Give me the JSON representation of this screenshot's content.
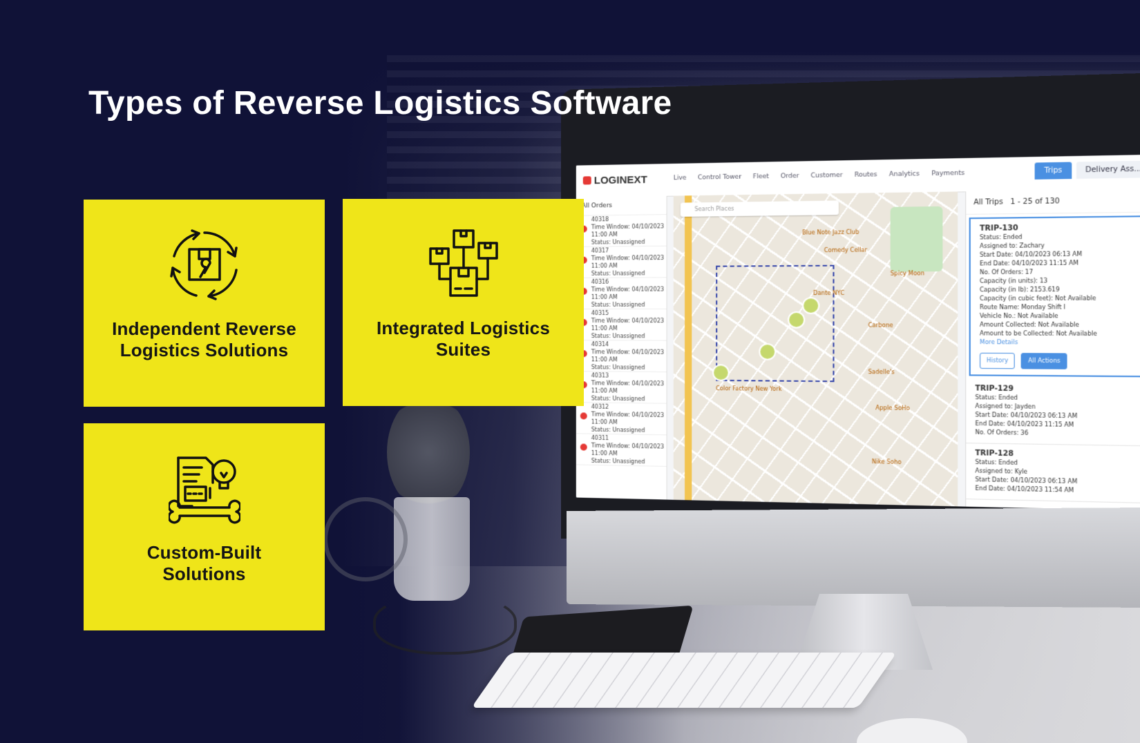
{
  "title": "Types of Reverse Logistics Software",
  "cards": [
    {
      "label_line1": "Independent Reverse",
      "label_line2": "Logistics Solutions",
      "icon": "box-cycle-icon"
    },
    {
      "label_line1": "Integrated Logistics",
      "label_line2": "Suites",
      "icon": "connected-boxes-icon"
    },
    {
      "label_line1": "Custom-Built",
      "label_line2": "Solutions",
      "icon": "custom-tools-icon"
    }
  ],
  "colors": {
    "background": "#101237",
    "card": "#efe519",
    "title": "#ffffff",
    "card_text": "#151515"
  },
  "screen": {
    "logo": "LOGINEXT",
    "nav": [
      "Live",
      "Control Tower",
      "Fleet",
      "Order",
      "Customer",
      "Routes",
      "Analytics",
      "Payments"
    ],
    "tabs": [
      "Trips",
      "Delivery Ass..."
    ],
    "orders_header": "All Orders",
    "orders": [
      {
        "id": "40318",
        "window": "Time Window: 04/10/2023 11:00 AM",
        "status": "Status: Unassigned"
      },
      {
        "id": "40317",
        "window": "Time Window: 04/10/2023 11:00 AM",
        "status": "Status: Unassigned"
      },
      {
        "id": "40316",
        "window": "Time Window: 04/10/2023 11:00 AM",
        "status": "Status: Unassigned"
      },
      {
        "id": "40315",
        "window": "Time Window: 04/10/2023 11:00 AM",
        "status": "Status: Unassigned"
      },
      {
        "id": "40314",
        "window": "Time Window: 04/10/2023 11:00 AM",
        "status": "Status: Unassigned"
      },
      {
        "id": "40313",
        "window": "Time Window: 04/10/2023 11:00 AM",
        "status": "Status: Unassigned"
      },
      {
        "id": "40312",
        "window": "Time Window: 04/10/2023 11:00 AM",
        "status": "Status: Unassigned"
      },
      {
        "id": "40311",
        "window": "Time Window: 04/10/2023 11:00 AM",
        "status": "Status: Unassigned"
      }
    ],
    "map_search_placeholder": "Search Places",
    "map_pois": [
      "Blue Note Jazz Club",
      "Comedy Cellar",
      "Spicy Moon",
      "Dante NYC",
      "Carbone",
      "Sadelle's",
      "Apple SoHo",
      "Nike Soho",
      "Color Factory New York"
    ],
    "trips_header": "All Trips",
    "trips_sub": "1 - 25 of 130",
    "trip_selected": {
      "id": "TRIP-130",
      "status": "Status: Ended",
      "assigned": "Assigned to: Zachary",
      "start": "Start Date: 04/10/2023 06:13 AM",
      "end": "End Date: 04/10/2023 11:15 AM",
      "orders": "No. Of Orders: 17",
      "capacity_units": "Capacity (in units): 13",
      "capacity_lb": "Capacity (in lb): 2153.619",
      "capacity_cft": "Capacity (in cubic feet): Not Available",
      "route": "Route Name: Monday Shift I",
      "vehicle": "Vehicle No.: Not Available",
      "collected": "Amount Collected: Not Available",
      "to_collect": "Amount to be Collected: Not Available",
      "more": "More Details",
      "history_btn": "History",
      "actions_btn": "All Actions"
    },
    "trips_other": [
      {
        "id": "TRIP-129",
        "status": "Status: Ended",
        "assigned": "Assigned to: Jayden",
        "start": "Start Date: 04/10/2023 06:13 AM",
        "end": "End Date: 04/10/2023 11:15 AM",
        "orders": "No. Of Orders: 36"
      },
      {
        "id": "TRIP-128",
        "status": "Status: Ended",
        "assigned": "Assigned to: Kyle",
        "start": "Start Date: 04/10/2023 06:13 AM",
        "end": "End Date: 04/10/2023 11:54 AM",
        "orders": ""
      }
    ]
  }
}
